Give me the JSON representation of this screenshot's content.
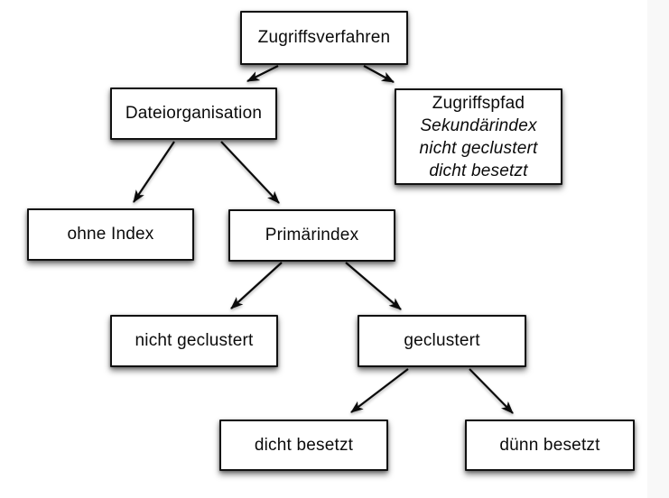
{
  "diagram": {
    "background_color": "#ffffff",
    "right_margin_color": "#f8f8f8",
    "line_color": "#000000",
    "box_border_color": "#111111",
    "nodes": {
      "zugriffsverfahren": {
        "label": "Zugriffsverfahren"
      },
      "dateiorganisation": {
        "label": "Dateiorganisation"
      },
      "zugriffspfad": {
        "title": "Zugriffspfad",
        "italic_lines": [
          "Sekundärindex",
          "nicht geclustert",
          "dicht besetzt"
        ]
      },
      "ohne_index": {
        "label": "ohne Index"
      },
      "primaerindex": {
        "label": "Primärindex"
      },
      "nicht_geclustert": {
        "label": "nicht geclustert"
      },
      "geclustert": {
        "label": "geclustert"
      },
      "dicht_besetzt": {
        "label": "dicht besetzt"
      },
      "duenn_besetzt": {
        "label": "dünn besetzt"
      }
    },
    "edges": [
      {
        "from": "zugriffsverfahren",
        "to": "dateiorganisation"
      },
      {
        "from": "zugriffsverfahren",
        "to": "zugriffspfad"
      },
      {
        "from": "dateiorganisation",
        "to": "ohne_index"
      },
      {
        "from": "dateiorganisation",
        "to": "primaerindex"
      },
      {
        "from": "primaerindex",
        "to": "nicht_geclustert"
      },
      {
        "from": "primaerindex",
        "to": "geclustert"
      },
      {
        "from": "geclustert",
        "to": "dicht_besetzt"
      },
      {
        "from": "geclustert",
        "to": "duenn_besetzt"
      }
    ]
  }
}
